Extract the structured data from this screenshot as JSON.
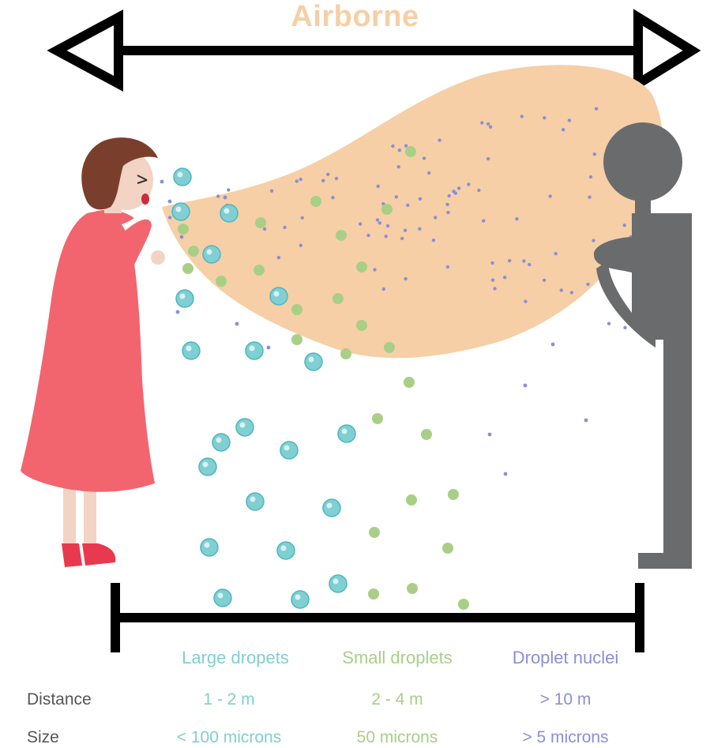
{
  "title": "Airborne",
  "colors": {
    "airborne": "#f6cfa6",
    "large": "#7fcfd3",
    "small": "#a9cf86",
    "nuclei": "#8a8fd6",
    "label": "#555555",
    "person": "#6a6b6d",
    "bar": "#000000"
  },
  "categories": [
    {
      "name": "Large dropets",
      "distance": "1 - 2 m",
      "size": "< 100 microns"
    },
    {
      "name": "Small droplets",
      "distance": "2 - 4 m",
      "size": "50 microns"
    },
    {
      "name": "Droplet nuclei",
      "distance": "> 10 m",
      "size": "> 5 microns"
    }
  ],
  "row_labels": {
    "distance": "Distance",
    "size": "Size"
  }
}
